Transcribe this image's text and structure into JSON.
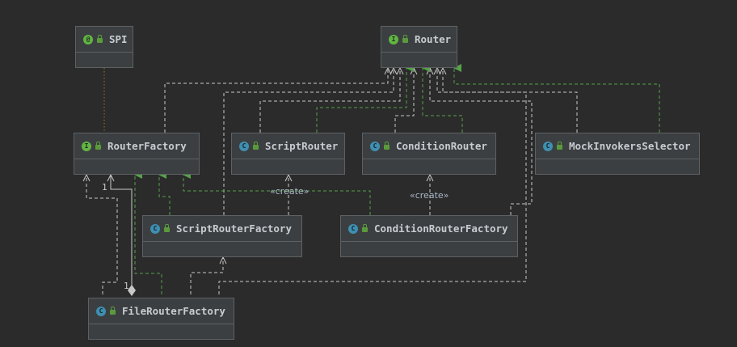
{
  "nodes": {
    "spi": {
      "label": "SPI",
      "kind": "annotation",
      "icon": "@"
    },
    "router": {
      "label": "Router",
      "kind": "interface",
      "icon": "I"
    },
    "router_factory": {
      "label": "RouterFactory",
      "kind": "interface",
      "icon": "I"
    },
    "script_router": {
      "label": "ScriptRouter",
      "kind": "class",
      "icon": "C"
    },
    "condition_router": {
      "label": "ConditionRouter",
      "kind": "class",
      "icon": "C"
    },
    "mock_invokers_selector": {
      "label": "MockInvokersSelector",
      "kind": "class",
      "icon": "C"
    },
    "script_router_factory": {
      "label": "ScriptRouterFactory",
      "kind": "class",
      "icon": "C"
    },
    "condition_router_factory": {
      "label": "ConditionRouterFactory",
      "kind": "class",
      "icon": "C"
    },
    "file_router_factory": {
      "label": "FileRouterFactory",
      "kind": "class",
      "icon": "C"
    }
  },
  "edge_labels": {
    "create1": "«create»",
    "create2": "«create»"
  },
  "multiplicity": {
    "m1": "1",
    "m2": "1"
  },
  "colors": {
    "dependency": "#c8c8c8",
    "realization": "#56a24a",
    "annotation_link": "#8a6a2a",
    "interface_icon": "#62b543",
    "class_icon": "#3f8fb0"
  }
}
